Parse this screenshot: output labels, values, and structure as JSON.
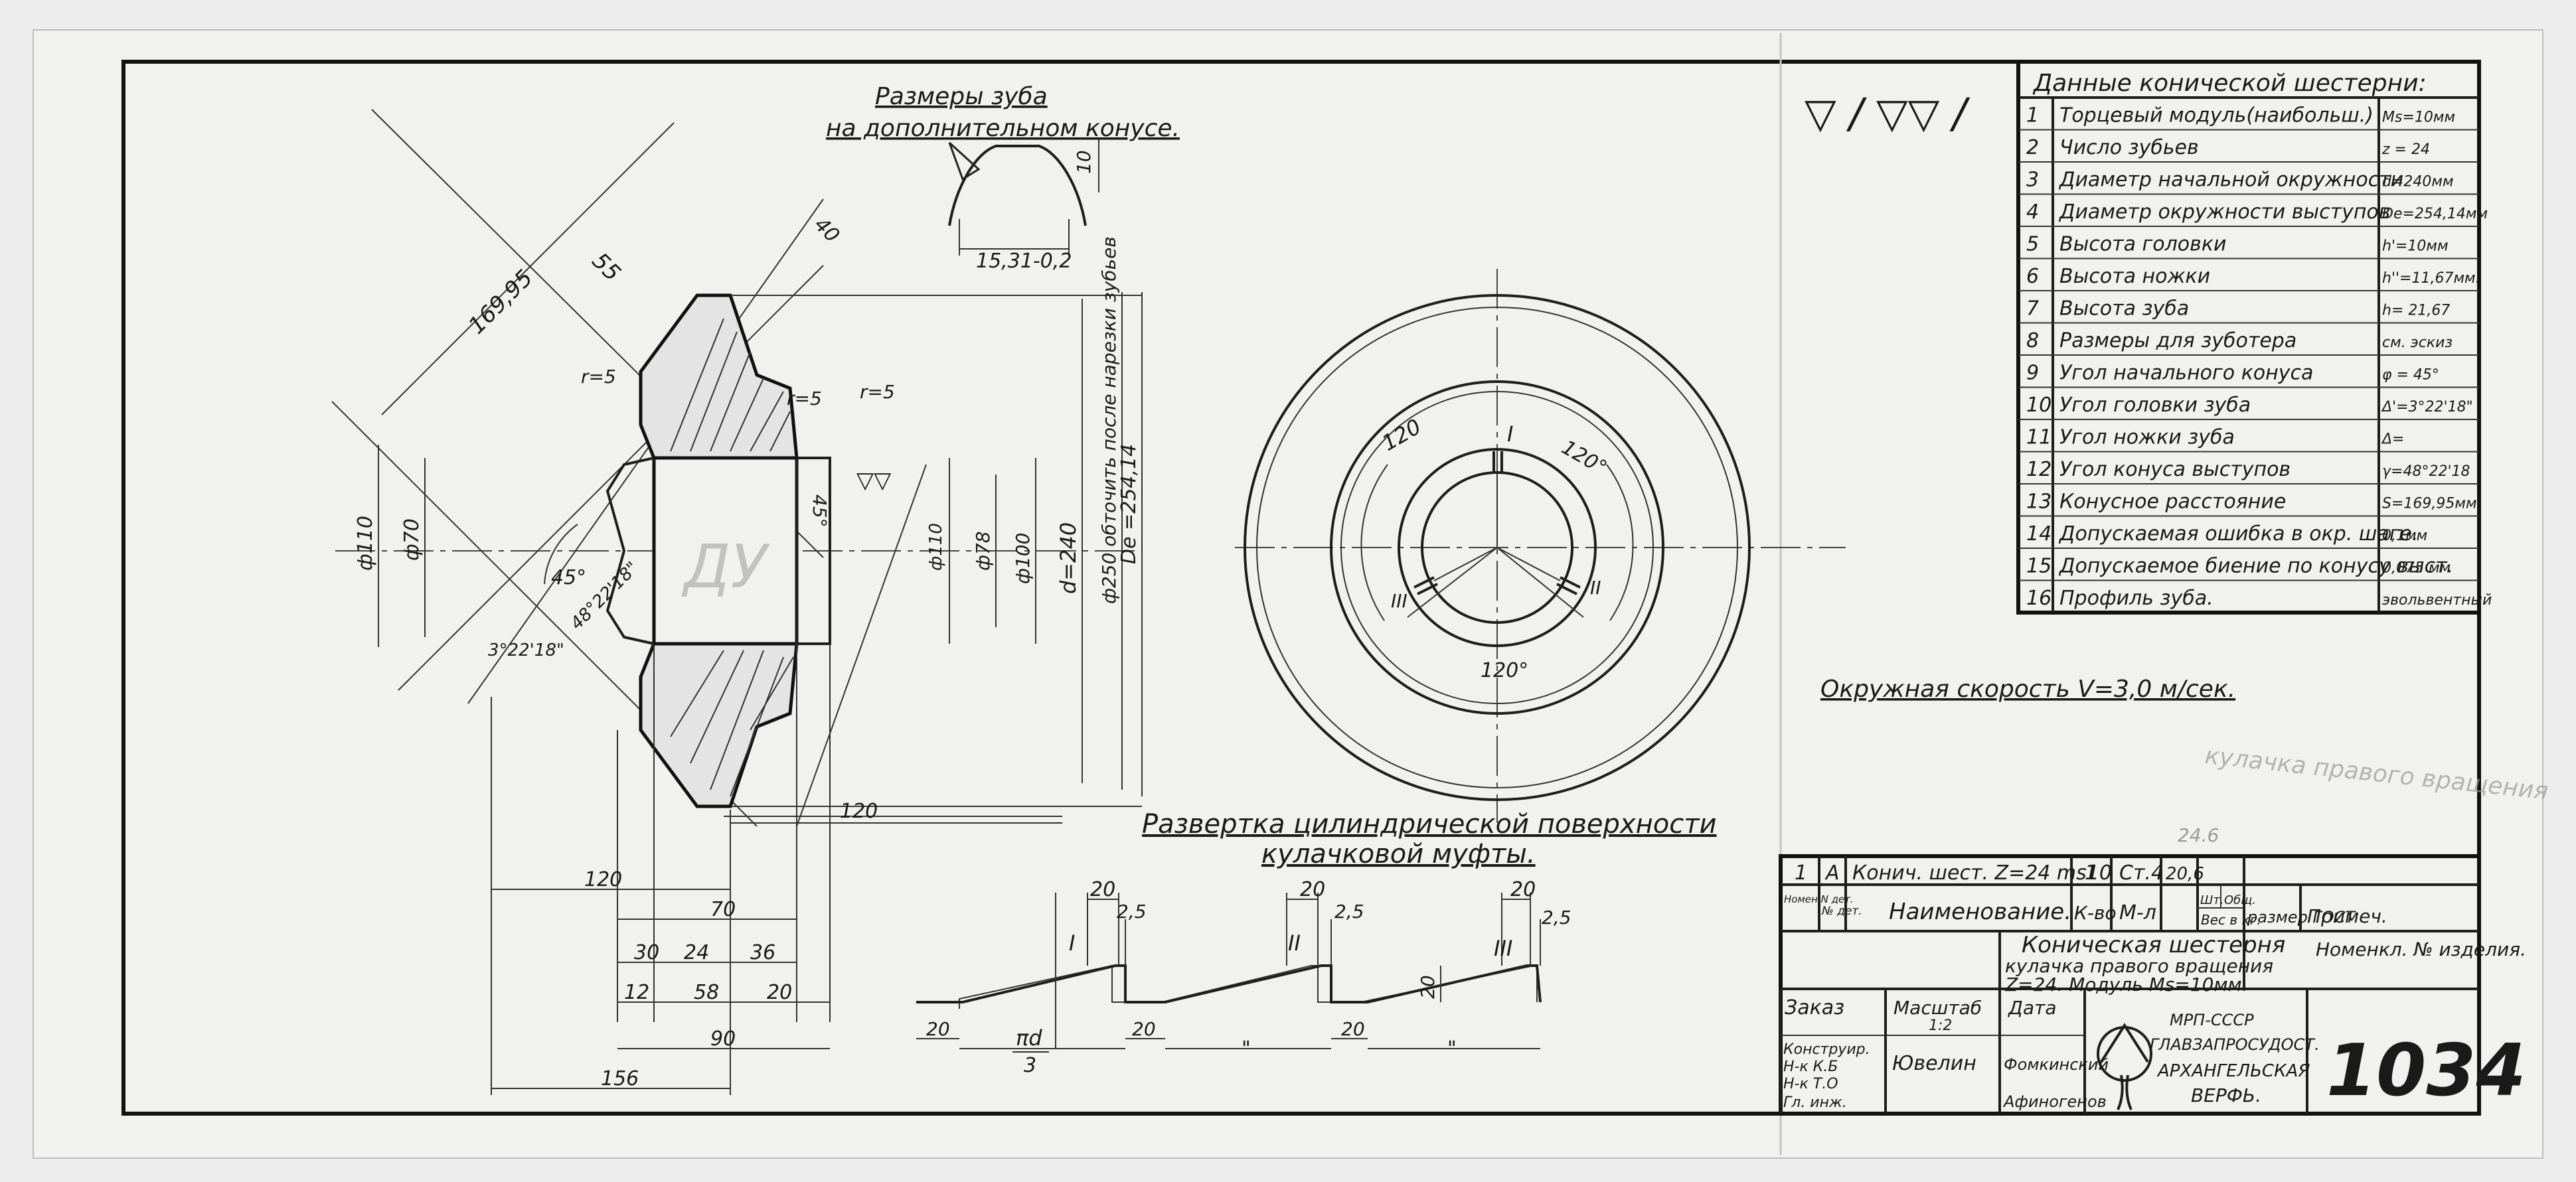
{
  "surface_symbol": "▽ / ▽▽ /",
  "tooth_view": {
    "title_line1": "Размеры зуба",
    "title_line2": "на дополнительном конусе.",
    "dim_width": "15,31-0,2",
    "dim_height": "10"
  },
  "section": {
    "dim_phi110": "ф110",
    "dim_phi70": "ф70",
    "dim_r5_a": "r=5",
    "dim_r5_b": "r=5",
    "dim_r5_c": "r=5",
    "dim_16995": "169,95",
    "dim_55": "55",
    "dim_40": "40",
    "dim_45_a": "45°",
    "dim_45_b": "45°",
    "dim_angle_a": "3°22'18\"",
    "dim_angle_b": "48°22'18\"",
    "dim_phi110_b": "ф110",
    "dim_phi78": "ф78",
    "dim_phi100": "ф100",
    "dim_d240": "d=240",
    "dim_phi250": "ф250 обточить после нарезки зубьев",
    "dim_de": "De =254,14",
    "pencil_note": "ДУ",
    "surface_mark": "▽▽",
    "dim_120_a": "120",
    "dim_120_b": "120",
    "dim_70": "70",
    "dim_30": "30",
    "dim_24": "24",
    "dim_36": "36",
    "dim_12": "12",
    "dim_58": "58",
    "dim_20": "20",
    "dim_90": "90",
    "dim_156": "156"
  },
  "plan_view": {
    "angle_120_a": "120",
    "angle_120_b": "120°",
    "angle_120_c": "120°",
    "roman_1": "I",
    "roman_2": "II",
    "roman_3": "III"
  },
  "development": {
    "title_line1": "Развертка цилиндрической поверхности",
    "title_line2": "кулачковой муфты.",
    "dim_20_top": [
      "20",
      "20",
      "20"
    ],
    "dim_25": [
      "2,5",
      "2,5",
      "2,5"
    ],
    "roman": [
      "I",
      "II",
      "III"
    ],
    "dim_20_height": "20",
    "dim_20_bottom": [
      "20",
      "20",
      "20"
    ],
    "fraction_num": "πd",
    "fraction_den": "3",
    "ditto": [
      "\"",
      "\""
    ]
  },
  "peripheral_speed": "Окружная скорость V=3,0 м/сек.",
  "pencil_note_right": "кулачка правого вращения",
  "gear_table": {
    "title": "Данные конической шестерни:",
    "rows": [
      {
        "num": "1",
        "name": "Торцевый модуль(наибольш.)",
        "value": "Ms=10мм"
      },
      {
        "num": "2",
        "name": "Число зубьев",
        "value": "z = 24"
      },
      {
        "num": "3",
        "name": "Диаметр начальной окружности",
        "value": "d=240мм"
      },
      {
        "num": "4",
        "name": "Диаметр окружности выступов",
        "value": "De=254,14мм"
      },
      {
        "num": "5",
        "name": "Высота головки",
        "value": "h'=10мм"
      },
      {
        "num": "6",
        "name": "Высота ножки",
        "value": "h''=11,67мм."
      },
      {
        "num": "7",
        "name": "Высота зуба",
        "value": "h= 21,67"
      },
      {
        "num": "8",
        "name": "Размеры для зуботера",
        "value": "см. эскиз"
      },
      {
        "num": "9",
        "name": "Угол начального конуса",
        "value": "φ = 45°"
      },
      {
        "num": "10",
        "name": "Угол головки зуба",
        "value": "Δ'=3°22'18\""
      },
      {
        "num": "11",
        "name": "Угол ножки зуба",
        "value": "Δ="
      },
      {
        "num": "12",
        "name": "Угол конуса выступов",
        "value": "γ=48°22'18"
      },
      {
        "num": "13",
        "name": "Конусное расстояние",
        "value": "S=169,95мм"
      },
      {
        "num": "14",
        "name": "Допускаемая ошибка в окр. шаге.",
        "value": "0,1мм"
      },
      {
        "num": "15",
        "name": "Допускаемое биение по конусу выст.",
        "value": "0,075 мм"
      },
      {
        "num": "16",
        "name": "Профиль зуба.",
        "value": "эвольвентный"
      }
    ]
  },
  "title_block": {
    "pencil_mark": "24.6",
    "spec_row": {
      "c1": "1",
      "c2": "A",
      "c3": "Конич. шест. Z=24 ms10",
      "c4": "1",
      "c5": "Ст.4",
      "c6": "20,6"
    },
    "header": {
      "h1": "Номен N дет.",
      "h2": "№ дет.",
      "h3": "Наименование.",
      "h4": "К-во",
      "h5": "М-л",
      "h6a": "Шт.",
      "h6b": "Общ.",
      "h6c": "Вес в кг.",
      "h7": "размер ГОСТ",
      "h8": "Примеч."
    },
    "part_name_1": "Коническая шестерня",
    "part_name_2": "кулачка правого вращения",
    "part_name_3": "Z=24. Модуль Ms=10мм.",
    "nomenclature": "Номенкл. № изделия.",
    "zakaz": "Заказ",
    "masshtab": "Масштаб",
    "scale_value": "1:2",
    "data": "Дата",
    "konstruktor": "Конструир.",
    "nk_kb": "Н-к К.Б",
    "nk_to": "Н-к Т.О",
    "gl_inzh": "Гл. инж.",
    "signature": "Ювелин",
    "name_1": "Фомкинский",
    "name_2": "Афиногенов",
    "org_1": "МРП-СССР",
    "org_2": "ГЛАВЗАПРОСУДОСТ.",
    "org_3": "АРХАНГЕЛЬСКАЯ",
    "org_4": "ВЕРФЬ.",
    "drawing_no": "1034"
  }
}
